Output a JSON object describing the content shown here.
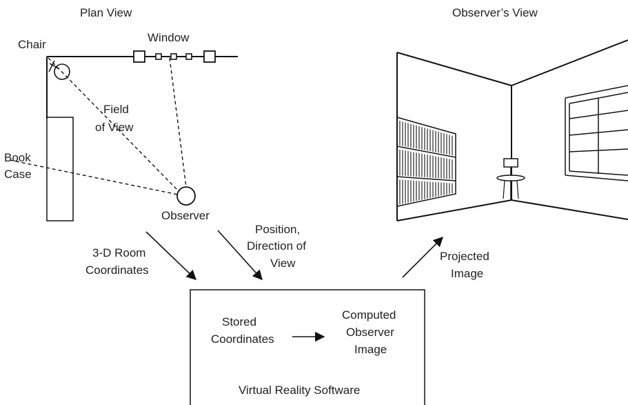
{
  "plan_view": {
    "title": "Plan View",
    "chair_label": "Chair",
    "window_label": "Window",
    "field_of_view_line1": "Field",
    "field_of_view_line2": "of View",
    "bookcase_line1": "Book",
    "bookcase_line2": "Case",
    "observer_label": "Observer"
  },
  "observers_view": {
    "title": "Observer’s View"
  },
  "arrows": {
    "room_coords_line1": "3-D Room",
    "room_coords_line2": "Coordinates",
    "position_line1": "Position,",
    "position_line2": "Direction of",
    "position_line3": "View",
    "projected_line1": "Projected",
    "projected_line2": "Image"
  },
  "software_box": {
    "stored_line1": "Stored",
    "stored_line2": "Coordinates",
    "computed_line1": "Computed",
    "computed_line2": "Observer",
    "computed_line3": "Image",
    "caption": "Virtual Reality Software"
  }
}
